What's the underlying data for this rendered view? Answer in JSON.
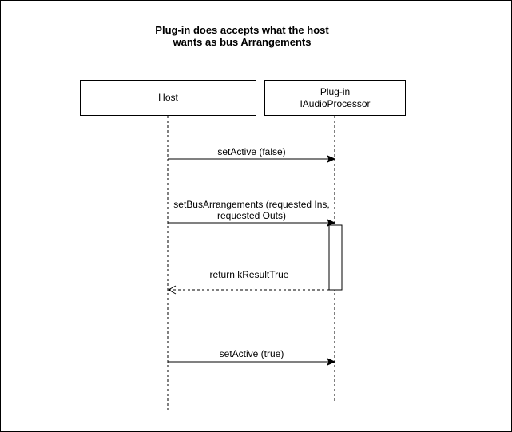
{
  "title": {
    "line1": "Plug-in does accepts what the host",
    "line2": "wants as bus Arrangements"
  },
  "participants": {
    "host": {
      "label": "Host"
    },
    "plugin": {
      "line1": "Plug-in",
      "line2": "IAudioProcessor"
    }
  },
  "messages": [
    {
      "label": "setActive (false)",
      "from": "host",
      "to": "plugin",
      "style": "solid"
    },
    {
      "line1": "setBusArrangements (requested Ins,",
      "line2": "requested Outs)",
      "from": "host",
      "to": "plugin",
      "style": "solid"
    },
    {
      "label": "return kResultTrue",
      "from": "plugin",
      "to": "host",
      "style": "dashed"
    },
    {
      "label": "setActive (true)",
      "from": "host",
      "to": "plugin",
      "style": "solid"
    }
  ]
}
